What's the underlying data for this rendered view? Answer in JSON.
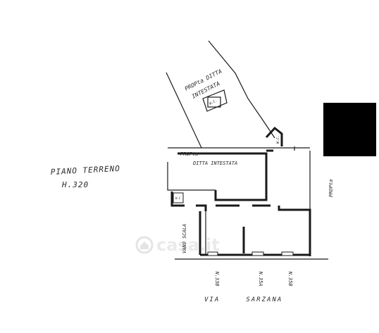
{
  "labels": {
    "floor_title": "PIANO TERRENO",
    "floor_height": "H.320",
    "proprieta_top_1": "PROPta DITTA",
    "proprieta_top_2": "INTESTATA",
    "ditta_1": "PROPta",
    "ditta_2": "DITTA INTESTATA",
    "proprieta_right": "PROPta",
    "vano_scala": "VANO SCALA",
    "wc": "W.C.",
    "small_box": "W.C.",
    "street": "VIA     SARZANA",
    "civic_1": "N.33B",
    "civic_2": "N.35A",
    "civic_3": "N.35B",
    "watermark": "casa.it"
  },
  "colors": {
    "ink": "#1a1a1a",
    "black_block": "#000000",
    "watermark": "#d9d9d9"
  }
}
